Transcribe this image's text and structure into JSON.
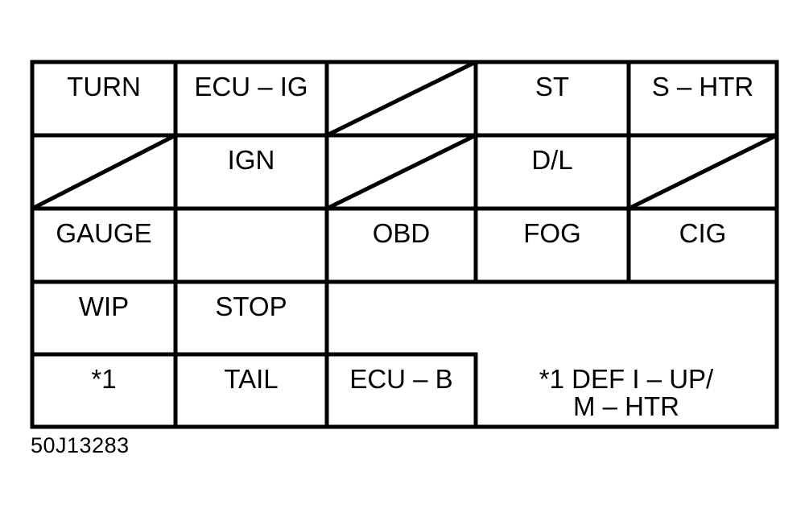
{
  "diagram": {
    "figure_id": "50J13283",
    "cells": [
      {
        "id": "r1c1",
        "lines": [
          "TURN"
        ]
      },
      {
        "id": "r1c2",
        "lines": [
          "ECU – IG"
        ]
      },
      {
        "id": "r1c3",
        "lines": [],
        "blank_slash": true
      },
      {
        "id": "r1c4",
        "lines": [
          "ST"
        ]
      },
      {
        "id": "r1c5",
        "lines": [
          "S – HTR"
        ]
      },
      {
        "id": "r2c1",
        "lines": [],
        "blank_slash": true
      },
      {
        "id": "r2c2",
        "lines": [
          "IGN"
        ]
      },
      {
        "id": "r2c3",
        "lines": [],
        "blank_slash": true
      },
      {
        "id": "r2c4",
        "lines": [
          "D/L"
        ]
      },
      {
        "id": "r2c5",
        "lines": [],
        "blank_slash": true
      },
      {
        "id": "r3c1",
        "lines": [
          "GAUGE"
        ]
      },
      {
        "id": "r3c2",
        "lines": []
      },
      {
        "id": "r3c3",
        "lines": [
          "OBD"
        ]
      },
      {
        "id": "r3c4",
        "lines": [
          "FOG"
        ]
      },
      {
        "id": "r3c5",
        "lines": [
          "CIG"
        ]
      },
      {
        "id": "r4c1",
        "lines": [
          "WIP"
        ]
      },
      {
        "id": "r4c2",
        "lines": [
          "STOP"
        ]
      },
      {
        "id": "r5c1",
        "lines": [
          "*1"
        ]
      },
      {
        "id": "r5c2",
        "lines": [
          "TAIL"
        ]
      },
      {
        "id": "r5c3",
        "lines": [
          "ECU – B"
        ]
      },
      {
        "id": "relay-block",
        "lines": [
          "*1 DEF I – UP/",
          "M – HTR"
        ]
      }
    ]
  },
  "colors": {
    "line": "#000000",
    "background": "#ffffff"
  }
}
